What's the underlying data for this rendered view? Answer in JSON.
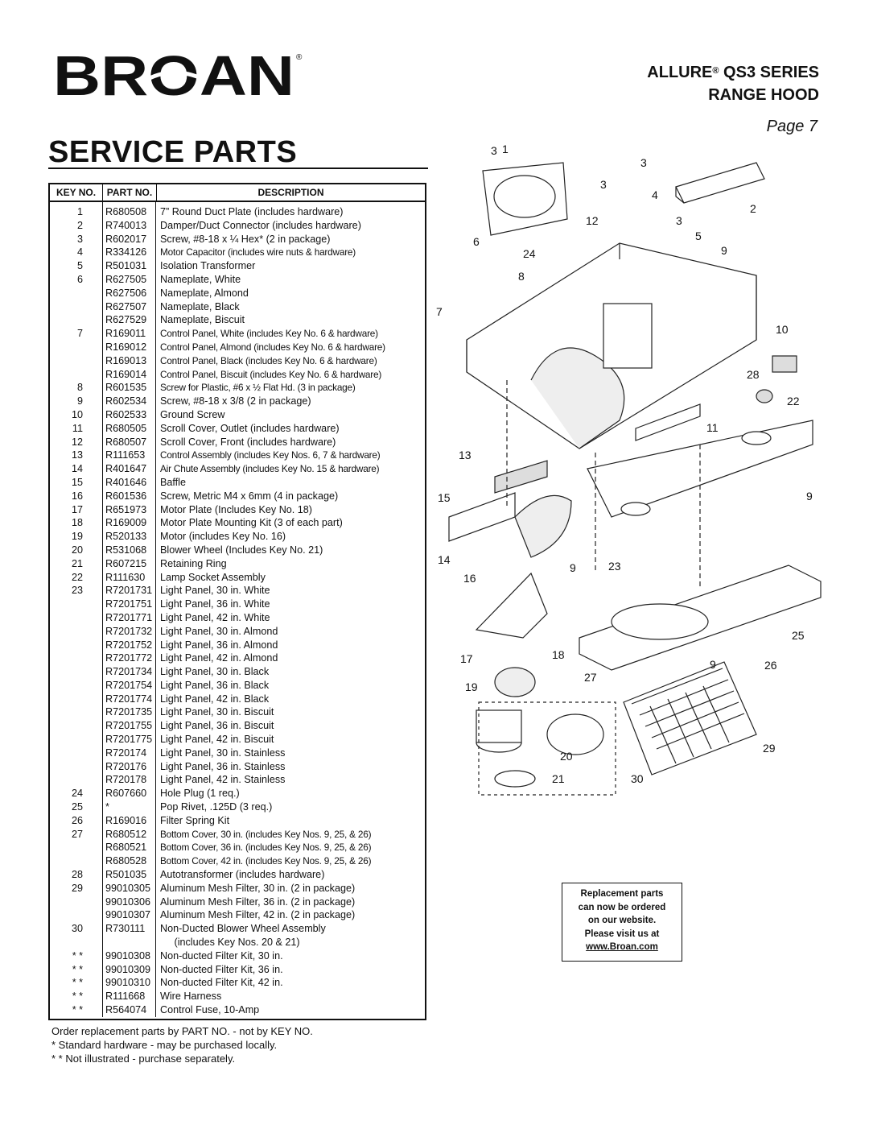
{
  "brand": {
    "logo_text": "BROAN",
    "registered": "®"
  },
  "header": {
    "series_line1": "ALLURE",
    "series_reg": "®",
    "series_line1b": " QS3 SERIES",
    "series_line2": "RANGE HOOD",
    "page": "Page 7"
  },
  "title": "SERVICE PARTS",
  "table": {
    "headers": {
      "key": "KEY NO.",
      "part": "PART NO.",
      "description": "DESCRIPTION"
    },
    "rows": [
      {
        "key": "1",
        "part": "R680508",
        "desc": "7” Round Duct Plate (includes hardware)"
      },
      {
        "key": "2",
        "part": "R740013",
        "desc": "Damper/Duct Connector (includes hardware)"
      },
      {
        "key": "3",
        "part": "R602017",
        "desc": "Screw, #8-18 x ¼ Hex* (2 in package)"
      },
      {
        "key": "4",
        "part": "R334126",
        "desc": "Motor Capacitor (includes wire nuts & hardware)"
      },
      {
        "key": "5",
        "part": "R501031",
        "desc": "Isolation Transformer"
      },
      {
        "key": "6",
        "part": "R627505",
        "desc": "Nameplate, White"
      },
      {
        "key": "",
        "part": "R627506",
        "desc": "Nameplate, Almond"
      },
      {
        "key": "",
        "part": "R627507",
        "desc": "Nameplate, Black"
      },
      {
        "key": "",
        "part": "R627529",
        "desc": "Nameplate, Biscuit"
      },
      {
        "key": "7",
        "part": "R169011",
        "desc": "Control Panel, White (includes Key No. 6 & hardware)"
      },
      {
        "key": "",
        "part": "R169012",
        "desc": "Control Panel, Almond (includes Key No. 6 & hardware)"
      },
      {
        "key": "",
        "part": "R169013",
        "desc": "Control Panel, Black (includes Key No. 6 & hardware)"
      },
      {
        "key": "",
        "part": "R169014",
        "desc": "Control Panel, Biscuit (includes Key No. 6 & hardware)"
      },
      {
        "key": "8",
        "part": "R601535",
        "desc": "Screw for Plastic, #6 x ½ Flat Hd. (3 in package)"
      },
      {
        "key": "9",
        "part": "R602534",
        "desc": "Screw, #8-18 x 3/8 (2 in package)"
      },
      {
        "key": "10",
        "part": "R602533",
        "desc": "Ground Screw"
      },
      {
        "key": "11",
        "part": "R680505",
        "desc": "Scroll Cover, Outlet (includes hardware)"
      },
      {
        "key": "12",
        "part": "R680507",
        "desc": "Scroll Cover, Front (includes hardware)"
      },
      {
        "key": "13",
        "part": "R111653",
        "desc": "Control Assembly (includes Key Nos. 6, 7 & hardware)"
      },
      {
        "key": "14",
        "part": "R401647",
        "desc": "Air Chute Assembly (includes Key No. 15 & hardware)"
      },
      {
        "key": "15",
        "part": "R401646",
        "desc": "Baffle"
      },
      {
        "key": "16",
        "part": "R601536",
        "desc": "Screw, Metric M4 x 6mm (4 in package)"
      },
      {
        "key": "17",
        "part": "R651973",
        "desc": "Motor Plate (Includes Key No. 18)"
      },
      {
        "key": "18",
        "part": "R169009",
        "desc": "Motor Plate Mounting Kit (3 of each part)"
      },
      {
        "key": "19",
        "part": "R520133",
        "desc": "Motor (includes Key No. 16)"
      },
      {
        "key": "20",
        "part": "R531068",
        "desc": "Blower Wheel (Includes Key No. 21)"
      },
      {
        "key": "21",
        "part": "R607215",
        "desc": "Retaining Ring"
      },
      {
        "key": "22",
        "part": "R111630",
        "desc": "Lamp Socket Assembly"
      },
      {
        "key": "23",
        "part": "R7201731",
        "desc": "Light Panel, 30 in. White"
      },
      {
        "key": "",
        "part": "R7201751",
        "desc": "Light Panel, 36 in. White"
      },
      {
        "key": "",
        "part": "R7201771",
        "desc": "Light Panel, 42 in. White"
      },
      {
        "key": "",
        "part": "R7201732",
        "desc": "Light Panel, 30 in. Almond"
      },
      {
        "key": "",
        "part": "R7201752",
        "desc": "Light Panel, 36 in. Almond"
      },
      {
        "key": "",
        "part": "R7201772",
        "desc": "Light Panel, 42 in. Almond"
      },
      {
        "key": "",
        "part": "R7201734",
        "desc": "Light Panel, 30 in. Black"
      },
      {
        "key": "",
        "part": "R7201754",
        "desc": "Light Panel, 36 in. Black"
      },
      {
        "key": "",
        "part": "R7201774",
        "desc": "Light Panel, 42 in. Black"
      },
      {
        "key": "",
        "part": "R7201735",
        "desc": "Light Panel, 30 in. Biscuit"
      },
      {
        "key": "",
        "part": "R7201755",
        "desc": "Light Panel, 36 in. Biscuit"
      },
      {
        "key": "",
        "part": "R7201775",
        "desc": "Light Panel, 42 in. Biscuit"
      },
      {
        "key": "",
        "part": "R720174",
        "desc": "Light Panel, 30 in. Stainless"
      },
      {
        "key": "",
        "part": "R720176",
        "desc": "Light Panel, 36 in. Stainless"
      },
      {
        "key": "",
        "part": "R720178",
        "desc": "Light Panel, 42 in. Stainless"
      },
      {
        "key": "24",
        "part": "R607660",
        "desc": "Hole Plug (1 req.)"
      },
      {
        "key": "25",
        "part": "*",
        "desc": "Pop Rivet, .125D (3 req.)"
      },
      {
        "key": "26",
        "part": "R169016",
        "desc": "Filter Spring Kit"
      },
      {
        "key": "27",
        "part": "R680512",
        "desc": "Bottom Cover, 30 in. (includes Key Nos. 9, 25, & 26)"
      },
      {
        "key": "",
        "part": "R680521",
        "desc": "Bottom Cover, 36 in. (includes Key Nos. 9, 25, & 26)"
      },
      {
        "key": "",
        "part": "R680528",
        "desc": "Bottom Cover, 42 in. (includes Key Nos. 9, 25, & 26)"
      },
      {
        "key": "28",
        "part": "R501035",
        "desc": "Autotransformer (includes hardware)"
      },
      {
        "key": "29",
        "part": "99010305",
        "desc": "Aluminum Mesh Filter, 30 in. (2 in package)"
      },
      {
        "key": "",
        "part": "99010306",
        "desc": "Aluminum Mesh Filter, 36 in. (2 in package)"
      },
      {
        "key": "",
        "part": "99010307",
        "desc": "Aluminum Mesh Filter, 42 in. (2 in package)"
      },
      {
        "key": "30",
        "part": "R730111",
        "desc": "Non-Ducted Blower Wheel Assembly"
      },
      {
        "key": "",
        "part": "",
        "desc": "     (includes Key Nos. 20 & 21)"
      },
      {
        "key": "* *",
        "part": "99010308",
        "desc": "Non-ducted Filter Kit, 30 in."
      },
      {
        "key": "* *",
        "part": "99010309",
        "desc": "Non-ducted Filter Kit, 36 in."
      },
      {
        "key": "* *",
        "part": "99010310",
        "desc": "Non-ducted Filter Kit, 42 in."
      },
      {
        "key": "* *",
        "part": "R111668",
        "desc": "Wire Harness"
      },
      {
        "key": "* *",
        "part": "R564074",
        "desc": "Control Fuse, 10-Amp"
      }
    ]
  },
  "notes": [
    "Order replacement parts by PART NO. - not by KEY NO.",
    "* Standard hardware - may be purchased locally.",
    "* * Not illustrated - purchase separately."
  ],
  "web_box": [
    "Replacement parts",
    "can now be ordered",
    "on our website.",
    "Please visit us at",
    "www.Broan.com"
  ],
  "diagram_callouts": [
    "1",
    "2",
    "3",
    "3",
    "3",
    "3",
    "4",
    "5",
    "6",
    "7",
    "8",
    "9",
    "9",
    "9",
    "9",
    "10",
    "11",
    "12",
    "13",
    "14",
    "15",
    "16",
    "17",
    "18",
    "19",
    "20",
    "21",
    "22",
    "23",
    "24",
    "25",
    "26",
    "27",
    "28",
    "29",
    "30"
  ]
}
